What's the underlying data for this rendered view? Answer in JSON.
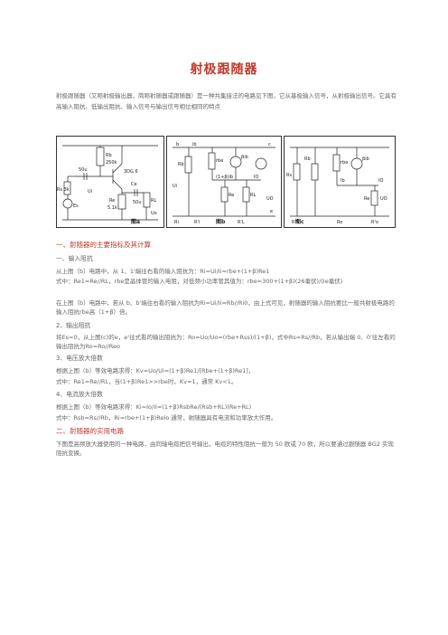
{
  "title": "射极跟随器",
  "intro": "射极跟随器（又称射极输出器，简称射随器或跟随器）是一种共集接法的电路见下图，它从基极输入信号，从射极输出信号。它具有高输入阻抗、低输出阻抗、输入信号与输出信号相位相同的特点",
  "figures": {
    "a": {
      "caption": "图a",
      "labels": {
        "rb": "Rb",
        "rb_val": "250k",
        "c1": "50u",
        "rs": "Rs 3k",
        "es": "Es",
        "ui": "Ui",
        "re": "Re",
        "re_val": "5.1k",
        "ce": "Ce",
        "ce_val": "50u",
        "rl": "RL",
        "uo": "Uo",
        "tr": "3DG 6"
      }
    },
    "b": {
      "caption": "图b",
      "labels": {
        "b": "b",
        "ib": "ib",
        "c": "c",
        "rb": "Rb",
        "rbe": "rbe",
        "beta_ib": "βib",
        "ui": "Ui",
        "re": "Re",
        "rl": "RL",
        "io": "IO",
        "ie": "(1+β)ib",
        "rl2": "R'L",
        "ri": "Ri",
        "ri2": "R'i",
        "uo": "UO",
        "e": "e"
      }
    },
    "c": {
      "caption": "图c",
      "labels": {
        "rs": "Rs",
        "rb": "Rb",
        "rbe": "rbe",
        "beta_ib": "βib",
        "ib": "Ib",
        "io": "IO",
        "re": "Re",
        "uo": "UO",
        "ro": "Ro",
        "ro2": "R'o",
        "rss": "R'S"
      }
    }
  },
  "sections": [
    {
      "kind": "h1",
      "text": "一、射随器的主要指标及其计算"
    },
    {
      "kind": "h2",
      "text": "一、输入阻抗"
    },
    {
      "kind": "p",
      "text": "从上图（b）电路中，从 1、1'端往右看的输入阻抗为：Ri=Ui/Ii=rbe+(1+β)Re1"
    },
    {
      "kind": "p",
      "text": "式中：Re1=Re//RL，rbe是晶体管的输入电阻，对低频小功率管其值为：rbe=300+(1+β)(26毫伏)/(Ie毫伏)"
    },
    {
      "kind": "p",
      "text": "在上图（b）电路中，若从 b、b'端往右看的输入阻抗为Ri=Ui/Ii=Rb//Ri0，由上式可见，射随器的输入阻抗要比一般共射极电路的输入阻抗rbe高（1+β）倍。"
    },
    {
      "kind": "h2",
      "text": "2、输出阻抗"
    },
    {
      "kind": "p",
      "text": "将Es=0，从上图(c)的e，e'往式看的输出阻抗为：Ro=Uo/Uo=(rbe+Rss)/(1+β)，式中Rs=Rs//Rb，若从输出端 0、0'往左看的输出阻抗为Ro=Ro//Reo"
    },
    {
      "kind": "h2",
      "text": "3、电压放大倍数"
    },
    {
      "kind": "p",
      "text": "根据上图（b）等效电路求得：Kv=Uo/Ui=(1+β)Re1/[Rbe+(1+β)Re1]，"
    },
    {
      "kind": "p",
      "text": "式中：Re1=Re//RL，当(1+β)Re1>>rbe时，Kv≈1，通常 Kv<1。"
    },
    {
      "kind": "h2",
      "text": "4、电流放大倍数"
    },
    {
      "kind": "p",
      "text": "根据上图（b）等效电路求得：Ki=Io/Ii=(1+β)RsbRe/(Rsb+RL)(Re+RL)"
    },
    {
      "kind": "p",
      "text": "式中：Rsb=Rs//Rb，Ri=rbe+(1+β)Relo 通常，射随器具有电流和功率放大作用。"
    },
    {
      "kind": "h1",
      "text": "二、射随器的实用电路"
    },
    {
      "kind": "p",
      "text": "下图是高频放大器使用的一种电路，由同轴电缆把信号输出，电缆的特性阻抗一般为 50 欧或 70 欧，所以要通过跟随器 BG2 实现阻抗变换。"
    }
  ],
  "colors": {
    "heading": "#c0392b",
    "text": "#666666"
  }
}
